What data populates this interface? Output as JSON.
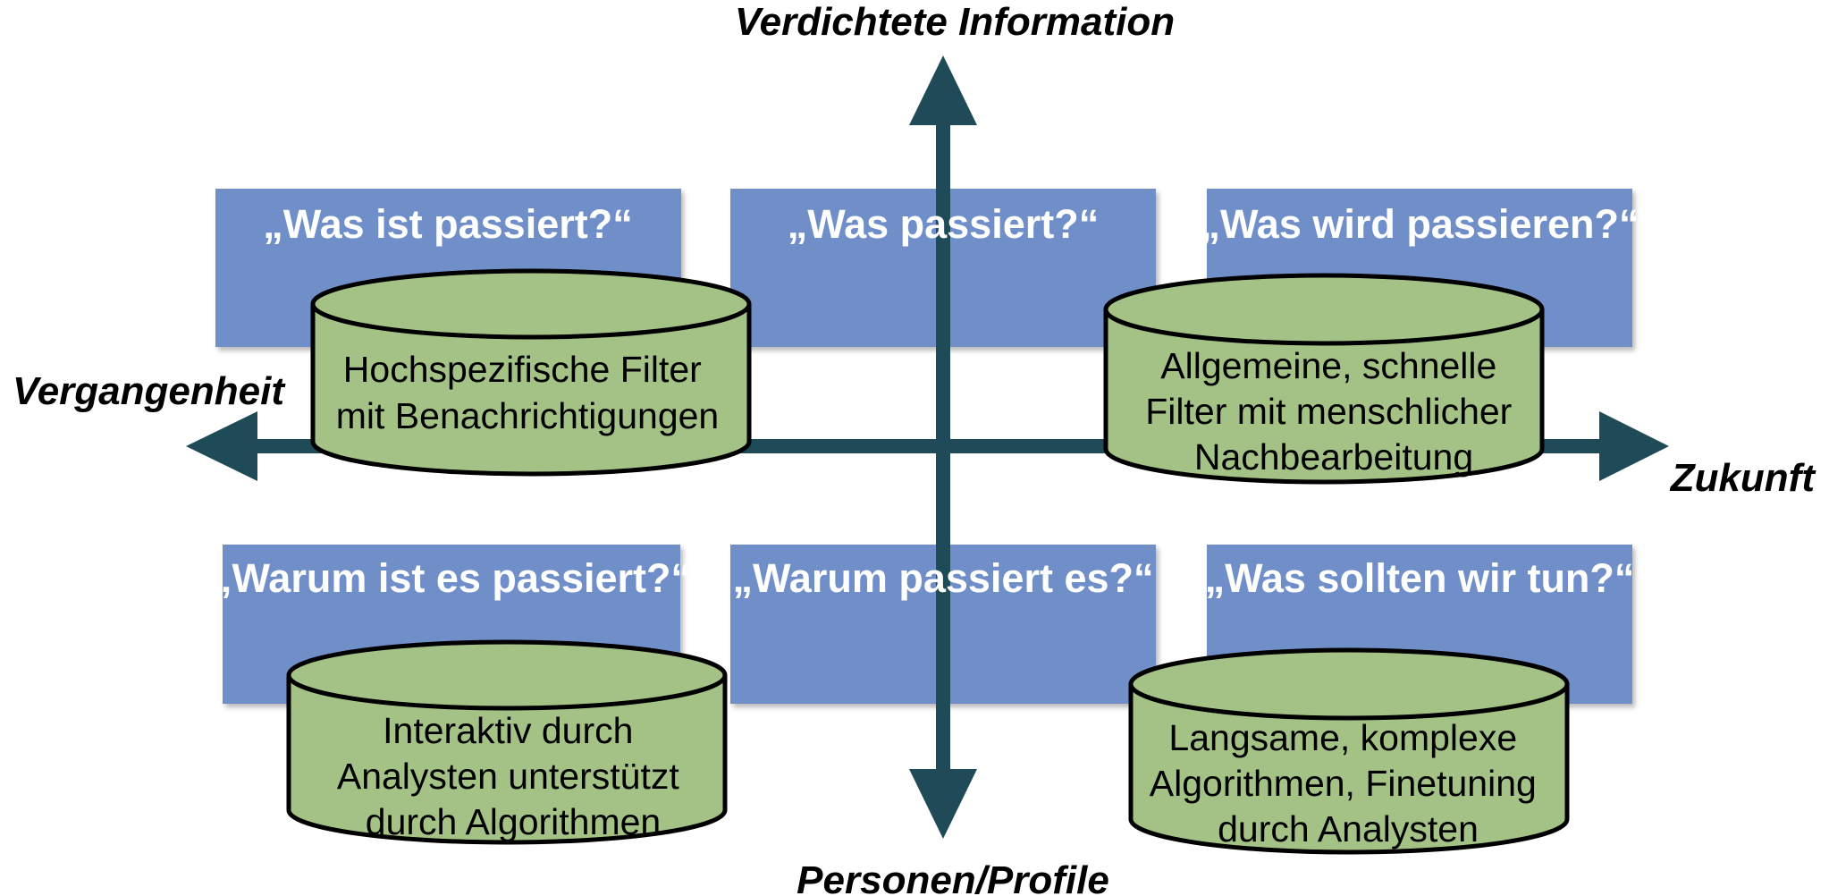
{
  "axes": {
    "top": "Verdichtete Information",
    "bottom": "Personen/Profile",
    "left": "Vergangenheit",
    "right": "Zukunft"
  },
  "boxes": {
    "top_left": "„Was ist passiert?“",
    "top_center": "„Was passiert?“",
    "top_right": "„Was wird passieren?“",
    "bottom_left": "„Warum ist es passiert?“",
    "bottom_center": "„Warum passiert es?“",
    "bottom_right": "„Was sollten wir tun?“"
  },
  "databases": {
    "top_left": [
      "Hochspezifische Filter",
      "mit Benachrichtigungen"
    ],
    "top_right": [
      "Allgemeine, schnelle",
      "Filter mit menschlicher",
      "Nachbearbeitung"
    ],
    "bottom_left": [
      "Interaktiv durch",
      "Analysten unterstützt",
      "durch Algorithmen"
    ],
    "bottom_right": [
      "Langsame, komplexe",
      "Algorithmen, Finetuning",
      "durch Analysten"
    ]
  },
  "colors": {
    "box_fill": "#6f8fc9",
    "axis": "#1f4a57",
    "database_fill": "#a4c286",
    "database_stroke": "#000000"
  }
}
